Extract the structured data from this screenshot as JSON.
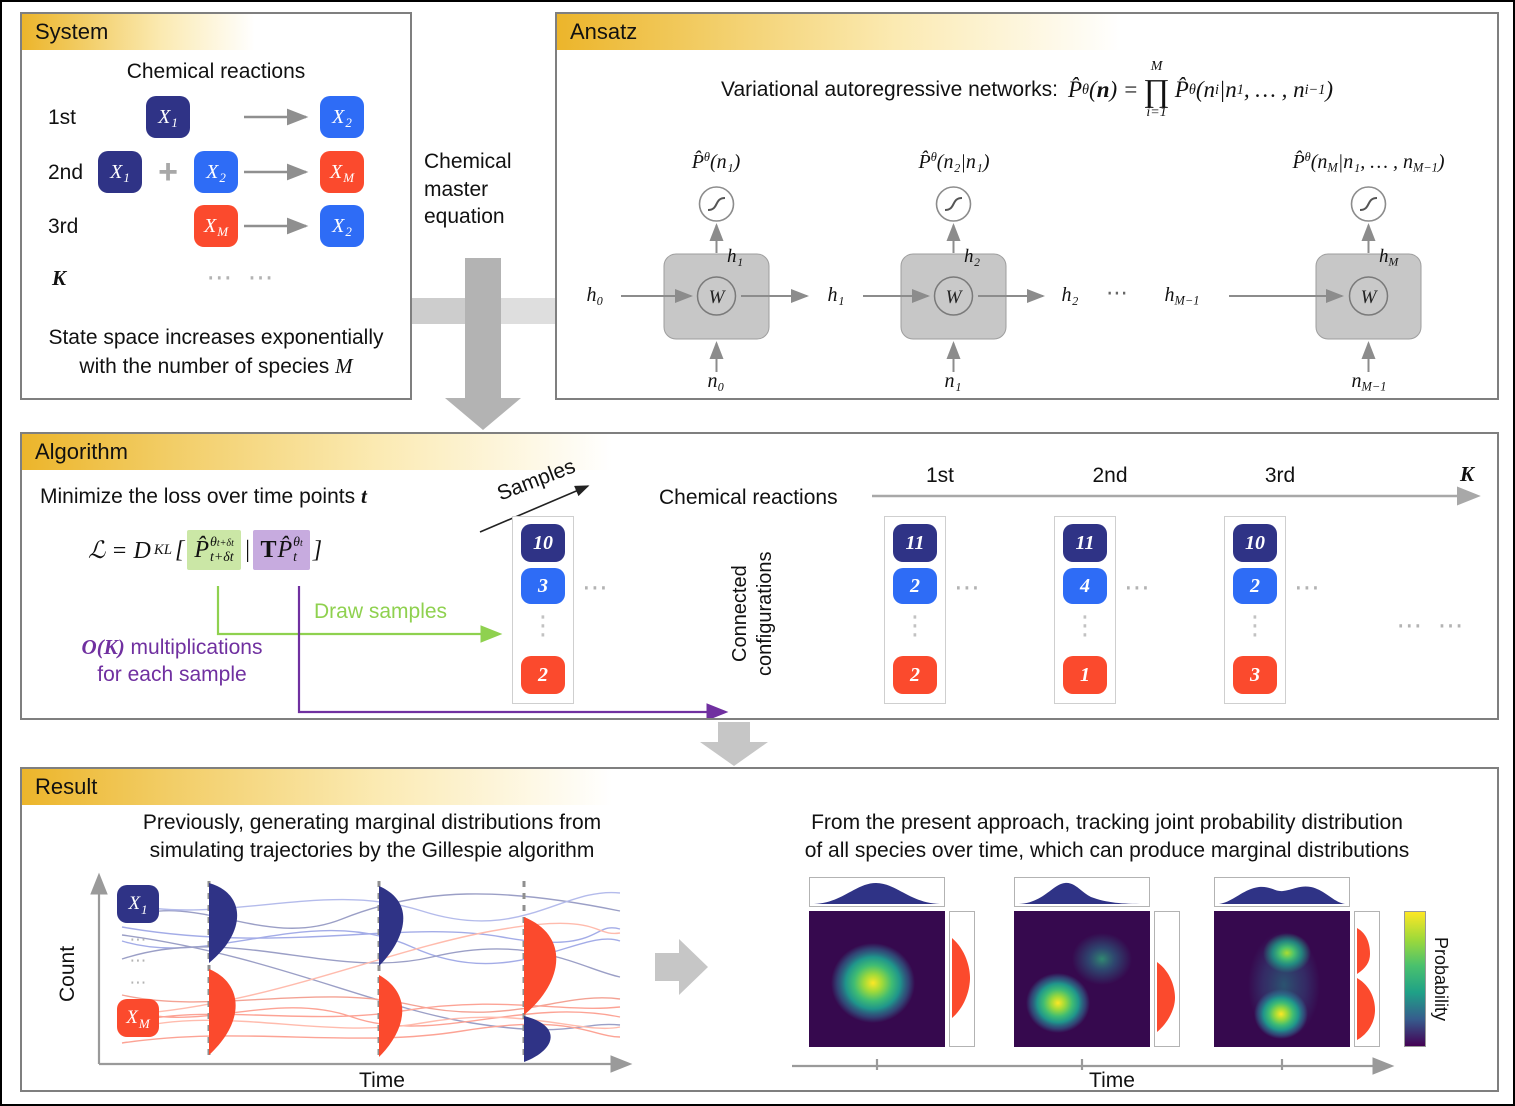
{
  "colors": {
    "navy": "#2f3386",
    "blue": "#2e6cf6",
    "red": "#fb4a2d",
    "accent_green": "#8fd14f",
    "accent_purple": "#7030a0",
    "header_gold": "#ecb52b",
    "viridis": [
      "#440154",
      "#414487",
      "#2a788e",
      "#22a884",
      "#7ad151",
      "#fde725"
    ]
  },
  "connector": {
    "cme": "Chemical master equation"
  },
  "system": {
    "title": "System",
    "heading": "Chemical reactions",
    "rows": {
      "r1": "1st",
      "r2": "2nd",
      "r3": "3rd"
    },
    "k_label": "K",
    "dots": "⋯  ⋯",
    "plus": "+",
    "species": {
      "x1": {
        "base": "X",
        "sub": "1"
      },
      "x2": {
        "base": "X",
        "sub": "2"
      },
      "xm": {
        "base": "X",
        "sub": "M"
      }
    },
    "caption1": "State space increases exponentially",
    "caption2_pre": "with the number of species ",
    "caption2_m": "M"
  },
  "ansatz": {
    "title": "Ansatz",
    "intro": "Variational autoregressive networks:",
    "formula": {
      "p1": "P̂",
      "sup1": "θ",
      "open1": "(",
      "nbold": "n",
      "close1": ") =",
      "prod_top": "M",
      "prod": "∏",
      "prod_bot": "i=1",
      "p2": "P̂",
      "sup2": "θ",
      "a": "(n",
      "sub_i": "i",
      "b": "|n",
      "sub_1": "1",
      "c": ", … , n",
      "sub_im1": "i−1",
      "d": ")"
    },
    "outputs": {
      "o1": {
        "p": "P̂",
        "sup": "θ",
        "args": "(n₁)"
      },
      "o2": {
        "p": "P̂",
        "sup": "θ",
        "args": "(n₂|n₁)"
      },
      "o3": {
        "p": "P̂",
        "sup": "θ",
        "a": "(n",
        "sub1": "M",
        "b": "|n₁, … , n",
        "sub2": "M−1",
        "c": ")"
      }
    },
    "w_label": "W",
    "chain": {
      "h0": "h₀",
      "h1": "h₁",
      "h2": "h₂",
      "dots": "⋯",
      "hm1_base": "h",
      "hm1_sub": "M−1"
    },
    "cell_tops": {
      "c1": "h₁",
      "c2": "h₂",
      "c3_base": "h",
      "c3_sub": "M"
    },
    "inputs": {
      "n0": "n₀",
      "n1": "n₁",
      "nm1_base": "n",
      "nm1_sub": "M−1"
    }
  },
  "algorithm": {
    "title": "Algorithm",
    "minimize_pre": "Minimize the loss over time points ",
    "minimize_t": "t",
    "loss": {
      "lhs": "ℒ = D",
      "lhs_sub": "KL",
      "open": "[",
      "p": "P̂",
      "g_theta": "θ",
      "g_supsub": "t+δt",
      "g_sub": "t+δt",
      "bar": "|",
      "t_op": "T",
      "p2": "P̂",
      "pu_theta": "θ",
      "pu_supsub": "t",
      "pu_sub": "t",
      "close": "]"
    },
    "draw_samples": "Draw samples",
    "ok_math": "O(K)",
    "ok_rest": " multiplications",
    "ok_line2": "for each sample",
    "samples_label": "Samples",
    "samples": [
      "10",
      "3",
      "⋮",
      "2"
    ],
    "side_dots": "⋯",
    "connected_1": "Connected",
    "connected_2": "configurations",
    "axis_label": "Chemical reactions",
    "ticks": [
      "1st",
      "2nd",
      "3rd"
    ],
    "tick_k": "K",
    "configs": [
      [
        "11",
        "2",
        "⋮",
        "2"
      ],
      [
        "11",
        "4",
        "⋮",
        "1"
      ],
      [
        "10",
        "2",
        "⋮",
        "3"
      ]
    ],
    "far_dots": "⋯  ⋯"
  },
  "result": {
    "title": "Result",
    "left_caption1": "Previously, generating marginal distributions from",
    "left_caption2": "simulating trajectories by the Gillespie algorithm",
    "right_caption1": "From the present approach, tracking joint probability distribution",
    "right_caption2": "of all species over time, which can produce marginal distributions",
    "ylabel": "Count",
    "xlabel_left": "Time",
    "xlabel_right": "Time",
    "colorbar_label": "Probability",
    "legend": {
      "x1": {
        "base": "X",
        "sub": "1"
      },
      "xm": {
        "base": "X",
        "sub": "M"
      },
      "dots": "⋯\n⋯\n⋯"
    }
  }
}
